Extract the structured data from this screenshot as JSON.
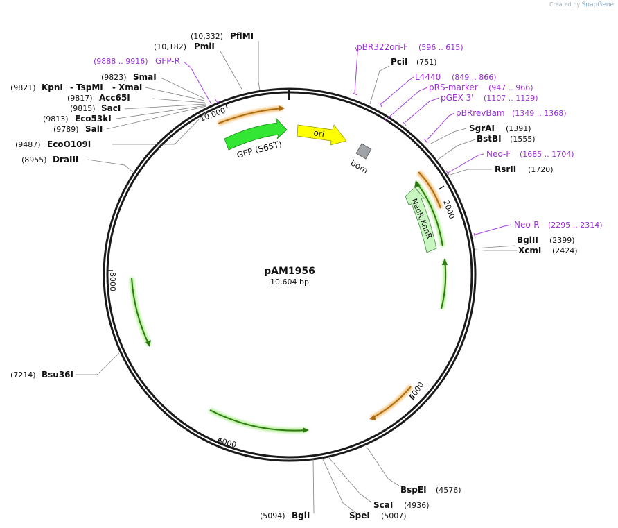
{
  "watermark": {
    "prefix": "Created by",
    "brand": "SnapGene"
  },
  "plasmid": {
    "name": "pAM1956",
    "length_label": "10,604 bp",
    "length_bp": 10604
  },
  "ticks": [
    {
      "label": "2000",
      "bp": 2000
    },
    {
      "label": "4000",
      "bp": 4000
    },
    {
      "label": "6000",
      "bp": 6000
    },
    {
      "label": "8000",
      "bp": 8000
    },
    {
      "label": "10,000",
      "bp": 10000
    }
  ],
  "features": [
    {
      "name": "GFP (S65T)",
      "type": "cds-green",
      "label": "GFP (S65T)"
    },
    {
      "name": "ori",
      "type": "ori-yellow",
      "label": "ori"
    },
    {
      "name": "bom",
      "type": "misc-gray",
      "label": "bom"
    },
    {
      "name": "NeoR/KanR",
      "type": "cds-lightgreen",
      "label": "NeoR/KanR"
    }
  ],
  "restriction_sites": [
    {
      "name": "PflMI",
      "position": "(10,332)"
    },
    {
      "name": "PmlI",
      "position": "(10,182)"
    },
    {
      "name": "SmaI",
      "position": "(9823)"
    },
    {
      "name": "KpnI",
      "position": "(9821)"
    },
    {
      "name": "TspMI",
      "position": ""
    },
    {
      "name": "XmaI",
      "position": ""
    },
    {
      "name": "Acc65I",
      "position": "(9817)"
    },
    {
      "name": "SacI",
      "position": "(9815)"
    },
    {
      "name": "Eco53kI",
      "position": "(9813)"
    },
    {
      "name": "SalI",
      "position": "(9789)"
    },
    {
      "name": "EcoO109I",
      "position": "(9487)"
    },
    {
      "name": "DraIII",
      "position": "(8955)"
    },
    {
      "name": "Bsu36I",
      "position": "(7214)"
    },
    {
      "name": "PciI",
      "position": "(751)"
    },
    {
      "name": "SgrAI",
      "position": "(1391)"
    },
    {
      "name": "BstBI",
      "position": "(1555)"
    },
    {
      "name": "RsrII",
      "position": "(1720)"
    },
    {
      "name": "BglII",
      "position": "(2399)"
    },
    {
      "name": "XcmI",
      "position": "(2424)"
    },
    {
      "name": "BspEI",
      "position": "(4576)"
    },
    {
      "name": "ScaI",
      "position": "(4936)"
    },
    {
      "name": "SpeI",
      "position": "(5007)"
    },
    {
      "name": "BglI",
      "position": "(5094)"
    }
  ],
  "primers": [
    {
      "name": "GFP-R",
      "range": "(9888 .. 9916)"
    },
    {
      "name": "pBR322ori-F",
      "range": "(596 .. 615)"
    },
    {
      "name": "L4440",
      "range": "(849 .. 866)"
    },
    {
      "name": "pRS-marker",
      "range": "(947 .. 966)"
    },
    {
      "name": "pGEX 3'",
      "range": "(1107 .. 1129)"
    },
    {
      "name": "pBRrevBam",
      "range": "(1349 .. 1368)"
    },
    {
      "name": "Neo-F",
      "range": "(1685 .. 1704)"
    },
    {
      "name": "Neo-R",
      "range": "(2295 .. 2314)"
    }
  ],
  "colors": {
    "backbone": "#1a1a1a",
    "cds_green": "#33e633",
    "cds_lightgreen": "#c8f5c0",
    "ori_yellow": "#ffff00",
    "misc_gray": "#a0a4a8",
    "orf_green": "#2e7a12",
    "orf_orange": "#a86b12",
    "primer_purple": "#9b30d0"
  }
}
